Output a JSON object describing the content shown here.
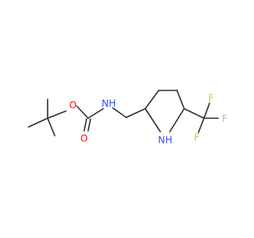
{
  "atoms": [
    {
      "id": "o_ester",
      "label": "O",
      "color": "#ff0d0d"
    },
    {
      "id": "o_carbonyl",
      "label": "O",
      "color": "#ff0d0d"
    },
    {
      "id": "n_amide",
      "label": "NH",
      "color": "#3050f8"
    },
    {
      "id": "n_ring",
      "label": "NH",
      "color": "#3050f8"
    },
    {
      "id": "f1",
      "label": "F",
      "color": "#90e050"
    },
    {
      "id": "f2",
      "label": "F",
      "color": "#90e050"
    },
    {
      "id": "f3",
      "label": "F",
      "color": "#90e050"
    }
  ],
  "colors": {
    "bond": "#303030",
    "background": "#ffffff"
  }
}
